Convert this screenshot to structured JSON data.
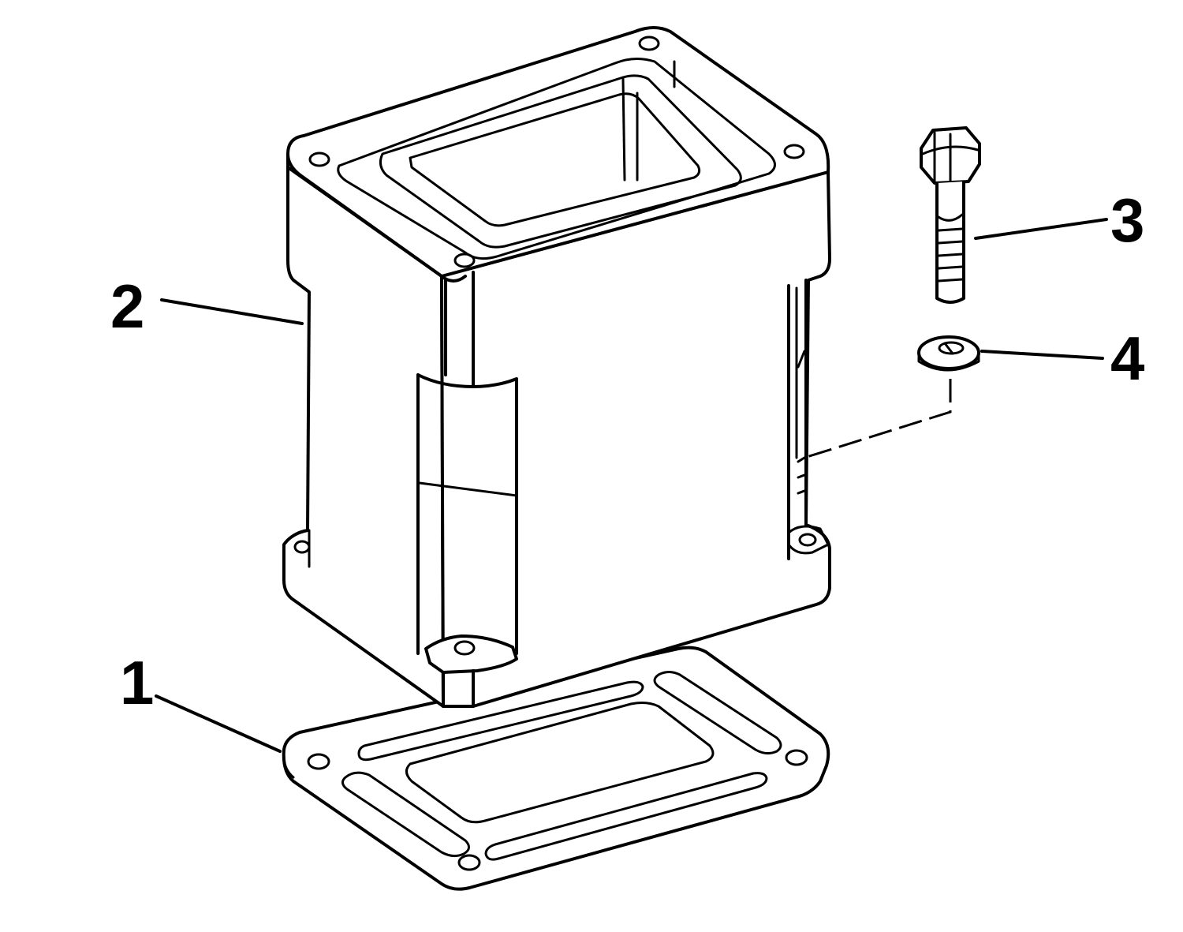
{
  "callouts": [
    {
      "id": "1",
      "label": "1",
      "part": "gasket"
    },
    {
      "id": "2",
      "label": "2",
      "part": "spacer-housing"
    },
    {
      "id": "3",
      "label": "3",
      "part": "bolt"
    },
    {
      "id": "4",
      "label": "4",
      "part": "lock-washer"
    }
  ],
  "colors": {
    "line": "#000000",
    "background": "#ffffff"
  }
}
